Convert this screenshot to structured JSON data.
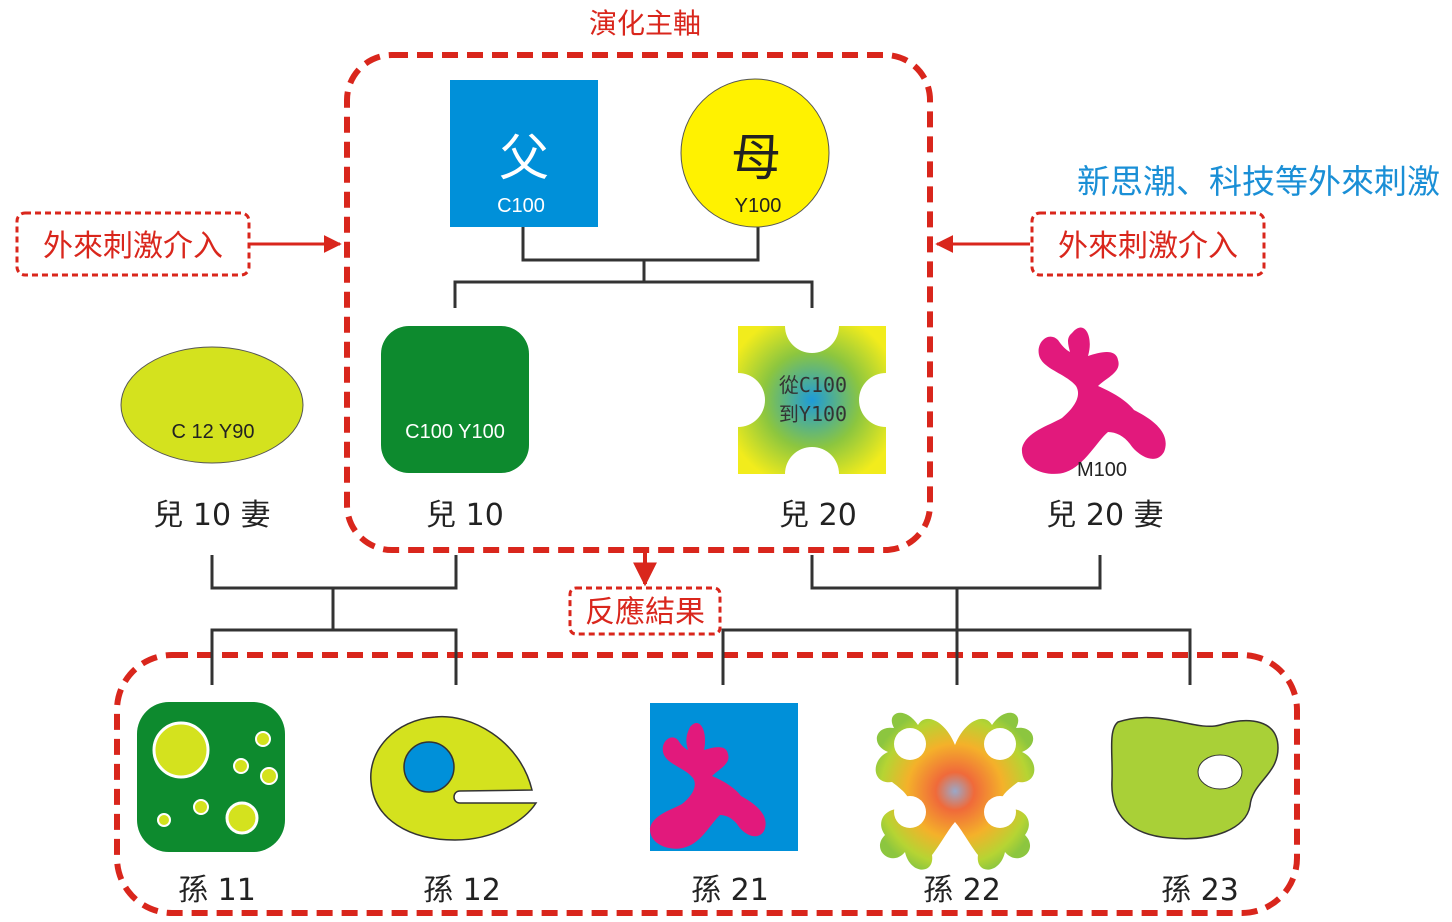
{
  "title": "演化主軸",
  "colors": {
    "red": "#d9261c",
    "cyan": "#0090d9",
    "yellow": "#fff200",
    "green": "#0d8a2e",
    "lime": "#d4e21e",
    "magenta": "#e2197c",
    "blue_text": "#1a8fd6",
    "line": "#333333"
  },
  "external": {
    "left_label": "外來刺激介入",
    "right_label": "外來刺激介入",
    "right_note": "新思潮、科技等外來刺激"
  },
  "result_label": "反應結果",
  "parents": {
    "father": {
      "char": "父",
      "code": "C100"
    },
    "mother": {
      "char": "母",
      "code": "Y100"
    }
  },
  "children": {
    "son10": {
      "name": "兒 10",
      "code": "C100 Y100"
    },
    "son20": {
      "name": "兒 20",
      "code_line1": "從C100",
      "code_line2": "到Y100"
    },
    "son10_wife": {
      "name": "兒 10 妻",
      "code": "C 12  Y90"
    },
    "son20_wife": {
      "name": "兒 20 妻",
      "code": "M100"
    }
  },
  "grandchildren": [
    {
      "name": "孫 11"
    },
    {
      "name": "孫 12"
    },
    {
      "name": "孫 21"
    },
    {
      "name": "孫 22"
    },
    {
      "name": "孫 23"
    }
  ]
}
